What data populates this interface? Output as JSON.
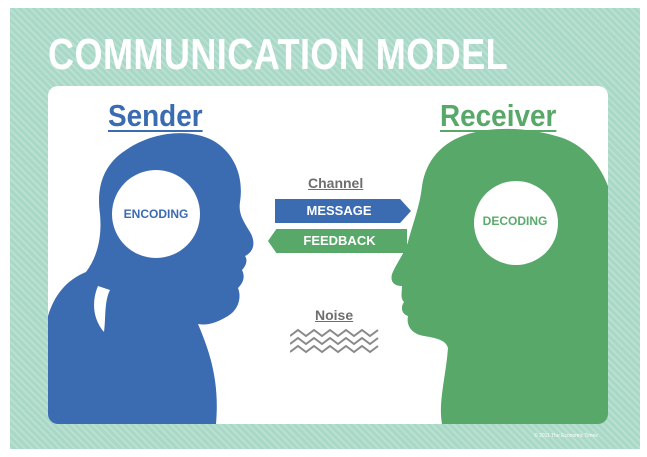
{
  "title": "COMMUNICATION MODEL",
  "sender": {
    "label": "Sender",
    "process": "ENCODING"
  },
  "receiver": {
    "label": "Receiver",
    "process": "DECODING"
  },
  "channel": {
    "label": "Channel",
    "message": "MESSAGE",
    "feedback": "FEEDBACK"
  },
  "noise": {
    "label": "Noise",
    "icon": "zigzag-noise-icon"
  },
  "copyright": "© 2011 The Economic Times",
  "colors": {
    "background": "#a8d8c6",
    "sender_blue": "#3b6bb0",
    "receiver_green": "#58a86a",
    "label_gray": "#6e6e6e"
  }
}
